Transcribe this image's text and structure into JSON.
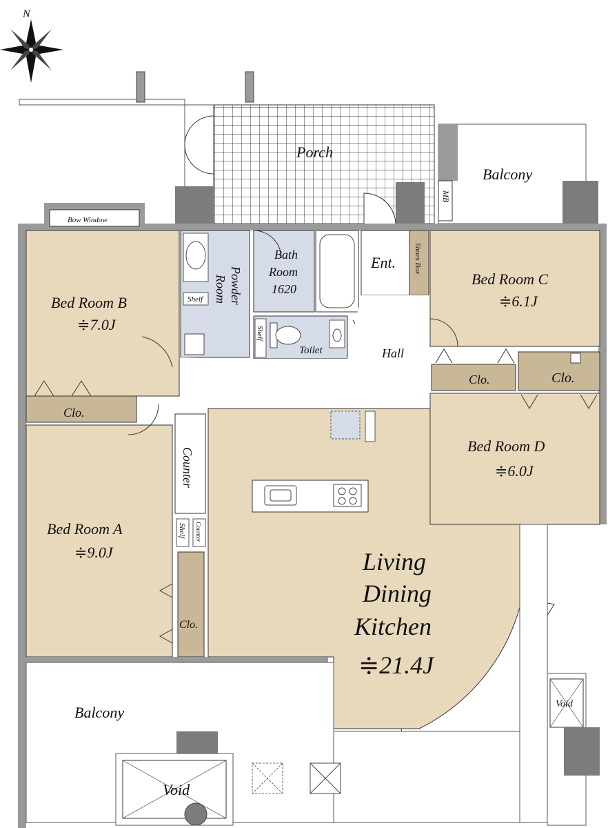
{
  "compass": {
    "north_label": "N"
  },
  "colors": {
    "room_fill": "#e8d9bc",
    "wet_fill": "#d6dbe8",
    "closet_fill": "#c9b898",
    "wall_fill": "#9a9a9a",
    "column_fill": "#7c7c7c",
    "outline": "#333333"
  },
  "rooms": {
    "porch": "Porch",
    "balcony_top": "Balcony",
    "mb": "MB",
    "bow_window": "Bow Window",
    "bed_b": {
      "name": "Bed Room B",
      "size": "≑7.0J"
    },
    "powder": {
      "line1": "Powder",
      "line2": "Room"
    },
    "shelf_powder": "Shelf",
    "bath": {
      "line1": "Bath",
      "line2": "Room",
      "line3": "1620"
    },
    "toilet": "Toilet",
    "shelf_toilet": "Shelf",
    "ent": "Ent.",
    "shoes_box": "Shoes Box",
    "bed_c": {
      "name": "Bed Room C",
      "size": "≑6.1J"
    },
    "hall": "Hall",
    "clo_b": "Clo.",
    "clo_c1": "Clo.",
    "clo_c2": "Clo.",
    "bed_d": {
      "name": "Bed Room D",
      "size": "≑6.0J"
    },
    "counter": "Counter",
    "counter_small": "Counter",
    "shelf_a": "Shelf",
    "bed_a": {
      "name": "Bed Room A",
      "size": "≑9.0J"
    },
    "clo_a": "Clo.",
    "ldk": {
      "line1": "Living",
      "line2": "Dining",
      "line3": "Kitchen",
      "size": "≑21.4J"
    },
    "balcony_bottom": "Balcony",
    "void_left": "Void",
    "void_right": "Void"
  }
}
